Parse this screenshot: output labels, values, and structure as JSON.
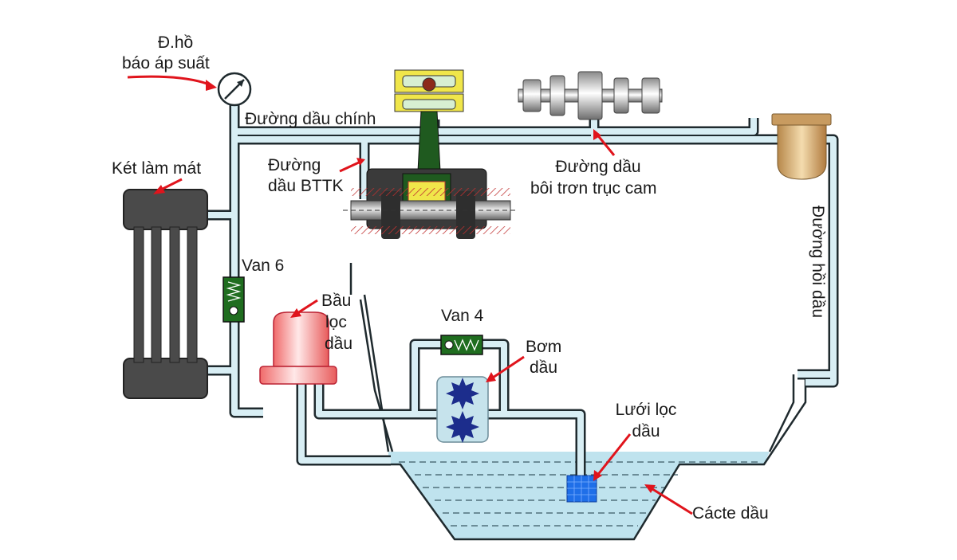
{
  "labels": {
    "gauge_line1": "Đ.hồ",
    "gauge_line2": "báo áp suất",
    "main_line": "Đường dầu chính",
    "radiator": "Két làm mát",
    "bttk_line1": "Đường",
    "bttk_line2": "dầu BTTK",
    "cam_line1": "Đường dầu",
    "cam_line2": "bôi trơn trục cam",
    "return_line": "Đường hồi dầu",
    "valve6": "Van 6",
    "filter_line1": "Bầu",
    "filter_line2": "lọc",
    "filter_line3": "dầu",
    "valve4": "Van 4",
    "pump_line1": "Bơm",
    "pump_line2": "dầu",
    "strainer_line1": "Lưới lọc",
    "strainer_line2": "dầu",
    "sump": "Cácte dầu"
  },
  "colors": {
    "pipe_fill": "#d8eef4",
    "pipe_stroke": "#1f2a2e",
    "oil": "#bfe3ee",
    "arrow": "#e0141c",
    "radiator": "#4a4a4a",
    "valve": "#1f6d1f",
    "filter": "#f07a7a",
    "pump_body": "#c6e3ec",
    "gear": "#1c2d8c",
    "strainer": "#1f6fe8",
    "rod": "#1f5a1f",
    "bearing": "#f0e64a"
  }
}
